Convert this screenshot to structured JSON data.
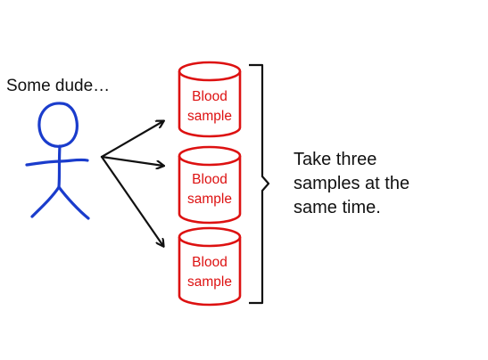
{
  "person_label": "Some dude…",
  "note_lines": [
    "Take three",
    "samples at the",
    "same time."
  ],
  "samples": [
    {
      "line1": "Blood",
      "line2": "sample"
    },
    {
      "line1": "Blood",
      "line2": "sample"
    },
    {
      "line1": "Blood",
      "line2": "sample"
    }
  ],
  "colors": {
    "person": "#1a3ccc",
    "sample": "#dd1111",
    "arrow": "#111111",
    "text": "#111111"
  },
  "icons": {
    "person": "stick-figure-icon",
    "sample": "blood-sample-cylinder-icon"
  }
}
